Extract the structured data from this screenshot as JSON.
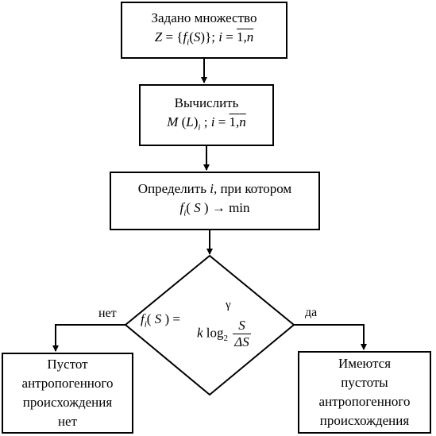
{
  "boxes": {
    "given": {
      "title": "Задано множество",
      "formula": "Z = {fᵢ(S)}; i = 1,n"
    },
    "compute": {
      "title": "Вычислить",
      "formula": "M(L)ᵢ; i = 1,n"
    },
    "determine": {
      "title": "Определить i, при котором",
      "formula": "fᵢ(S) → min"
    },
    "decision": {
      "lhs": "fᵢ(S) =",
      "gamma": "γ",
      "expr": "k log",
      "base": "2",
      "num": "S",
      "den": "ΔS"
    },
    "no_result": {
      "lines": [
        "Пустот",
        "антропогенного",
        "происхождения",
        "нет"
      ]
    },
    "yes_result": {
      "lines": [
        "Имеются",
        "пустоты",
        "антропогенного",
        "происхождения"
      ]
    }
  },
  "branches": {
    "no": "нет",
    "yes": "да"
  }
}
